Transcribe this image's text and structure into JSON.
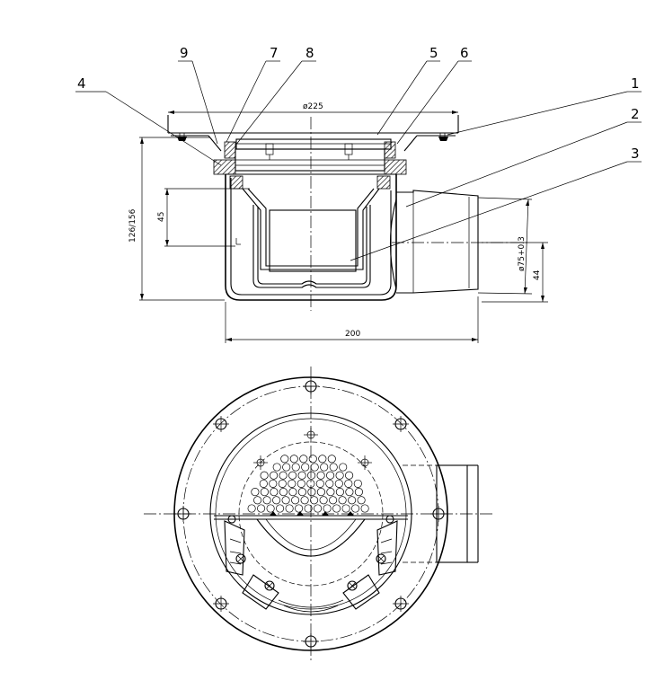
{
  "callouts": {
    "c1": "1",
    "c2": "2",
    "c3": "3",
    "c4": "4",
    "c5": "5",
    "c6": "6",
    "c7": "7",
    "c8": "8",
    "c9": "9"
  },
  "dimensions": {
    "top_diameter": "ø225",
    "overall_height": "126/156",
    "seal_height": "45",
    "outlet_diameter": "ø75+0.3",
    "outlet_height": "44",
    "width": "200"
  }
}
